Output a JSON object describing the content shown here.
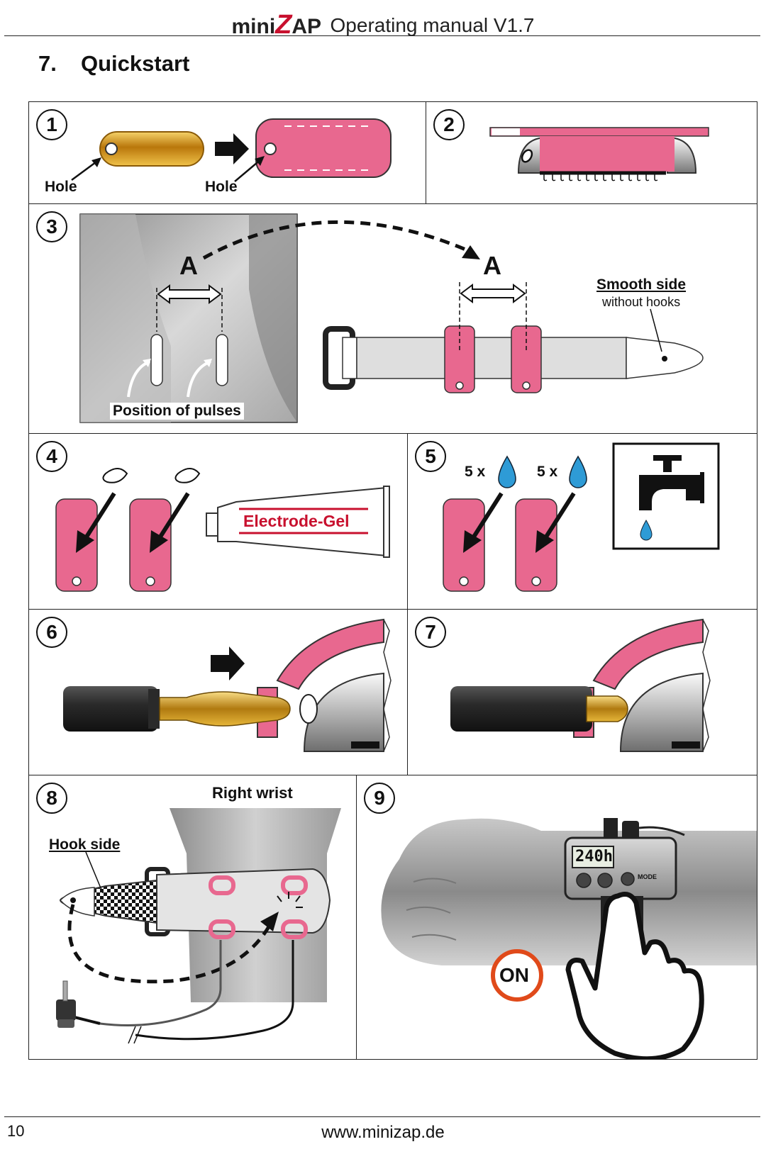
{
  "header": {
    "brand": "miniZAP",
    "brand_parts": [
      "mini",
      "Z",
      "AP"
    ],
    "title": "Operating manual V1.7"
  },
  "section": {
    "number": "7.",
    "title": "Quickstart"
  },
  "steps": [
    {
      "num": "1",
      "labels": {
        "hole_left": "Hole",
        "hole_right": "Hole"
      }
    },
    {
      "num": "2"
    },
    {
      "num": "3",
      "labels": {
        "marker_a": "A",
        "position": "Position of pulses",
        "smooth_side": "Smooth side",
        "without_hooks": "without hooks"
      }
    },
    {
      "num": "4",
      "labels": {
        "gel": "Electrode-Gel"
      }
    },
    {
      "num": "5",
      "labels": {
        "drops_left": "5 x",
        "drops_right": "5 x"
      }
    },
    {
      "num": "6"
    },
    {
      "num": "7"
    },
    {
      "num": "8",
      "labels": {
        "right_wrist": "Right wrist",
        "hook_side": "Hook side"
      }
    },
    {
      "num": "9",
      "labels": {
        "display": "240h",
        "mode": "MODE",
        "on": "ON"
      }
    }
  ],
  "footer": {
    "page_number": "10",
    "website": "www.minizap.de"
  },
  "colors": {
    "pad_pink": "#e8688f",
    "accent_red": "#c8102e",
    "water_blue": "#2e9bd6",
    "gold": "#d9a21b"
  }
}
